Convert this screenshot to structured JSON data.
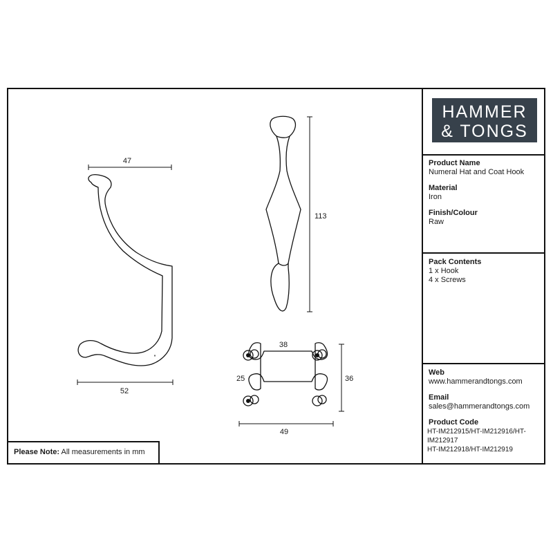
{
  "brand": {
    "line1": "HAMMER",
    "line2": "& TONGS",
    "bg": "#37414b"
  },
  "info": {
    "product_name_label": "Product Name",
    "product_name": "Numeral Hat and Coat Hook",
    "material_label": "Material",
    "material": "Iron",
    "finish_label": "Finish/Colour",
    "finish": "Raw",
    "pack_label": "Pack Contents",
    "pack_items": [
      "1 x Hook",
      "4 x Screws"
    ],
    "web_label": "Web",
    "web": "www.hammerandtongs.com",
    "email_label": "Email",
    "email": "sales@hammerandtongs.com",
    "code_label": "Product Code",
    "codes": [
      "HT-IM212915/HT-IM212916/HT-IM212917",
      "HT-IM212918/HT-IM212919"
    ]
  },
  "note": {
    "label": "Please Note:",
    "text": "All measurements in mm"
  },
  "dimensions": {
    "hook_top_width": "47",
    "hook_bottom_width": "52",
    "front_height": "113",
    "plate_hole_spacing_x": "38",
    "plate_hole_spacing_y": "25",
    "plate_height": "36",
    "plate_width": "49"
  }
}
